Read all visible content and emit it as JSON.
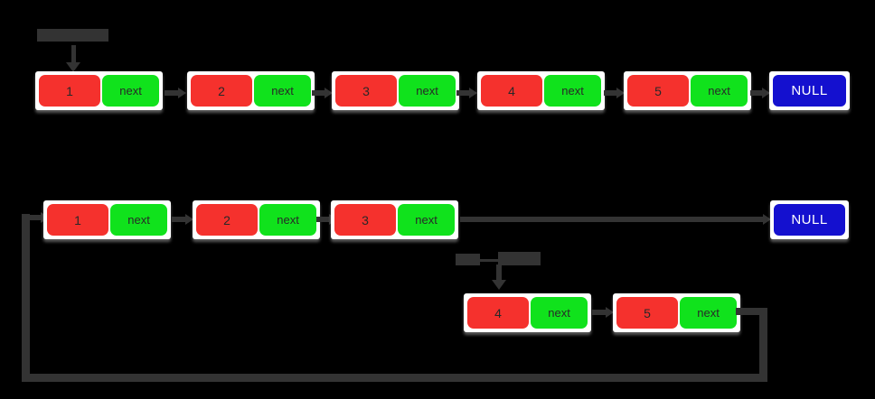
{
  "colors": {
    "background": "#000000",
    "data_box": "#f5312d",
    "pointer_box": "#10e21c",
    "null_box": "#1410cf",
    "arrow": "#333333",
    "node_container": "#ffffff",
    "node_text": "#282828",
    "null_text": "#ffffff"
  },
  "pointer_label": "next",
  "null_label": "NULL",
  "top_list": {
    "nodes": [
      {
        "value": "1"
      },
      {
        "value": "2"
      },
      {
        "value": "3"
      },
      {
        "value": "4"
      },
      {
        "value": "5"
      }
    ],
    "terminator": "NULL"
  },
  "middle_list": {
    "nodes": [
      {
        "value": "1"
      },
      {
        "value": "2"
      },
      {
        "value": "3"
      }
    ],
    "terminator": "NULL"
  },
  "sub_list": {
    "nodes": [
      {
        "value": "4"
      },
      {
        "value": "5"
      }
    ]
  }
}
